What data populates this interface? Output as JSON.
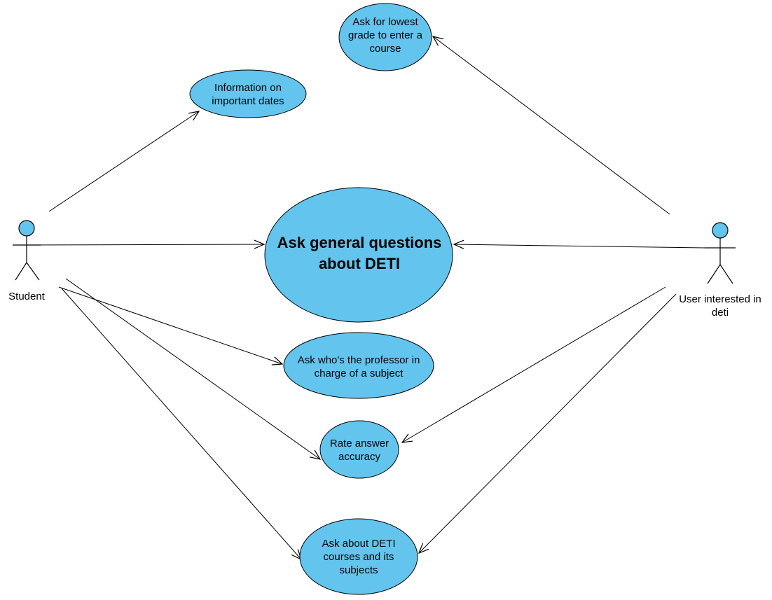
{
  "colors": {
    "fill": "#63c5ee",
    "stroke": "#000000",
    "background": "#ffffff"
  },
  "actors": {
    "student": {
      "name": "Student"
    },
    "user": {
      "name": "User interested in deti"
    }
  },
  "use_cases": {
    "lowest_grade": "Ask for lowest grade to enter a course",
    "important_dates": "Information on important dates",
    "general_questions": "Ask general questions about DETI",
    "professor": "Ask who's the professor in charge of a subject",
    "rate_accuracy": "Rate answer accuracy",
    "courses": "Ask about DETI courses  and its subjects"
  },
  "associations": [
    {
      "from": "Student",
      "to": "Information on important dates"
    },
    {
      "from": "Student",
      "to": "Ask general questions about DETI"
    },
    {
      "from": "Student",
      "to": "Ask who's the professor in charge of a subject"
    },
    {
      "from": "Student",
      "to": "Rate answer accuracy"
    },
    {
      "from": "Student",
      "to": "Ask about DETI courses  and its subjects"
    },
    {
      "from": "User interested in deti",
      "to": "Ask for lowest grade to enter a course"
    },
    {
      "from": "User interested in deti",
      "to": "Ask general questions about DETI"
    },
    {
      "from": "User interested in deti",
      "to": "Rate answer accuracy"
    },
    {
      "from": "User interested in deti",
      "to": "Ask about DETI courses  and its subjects"
    }
  ]
}
